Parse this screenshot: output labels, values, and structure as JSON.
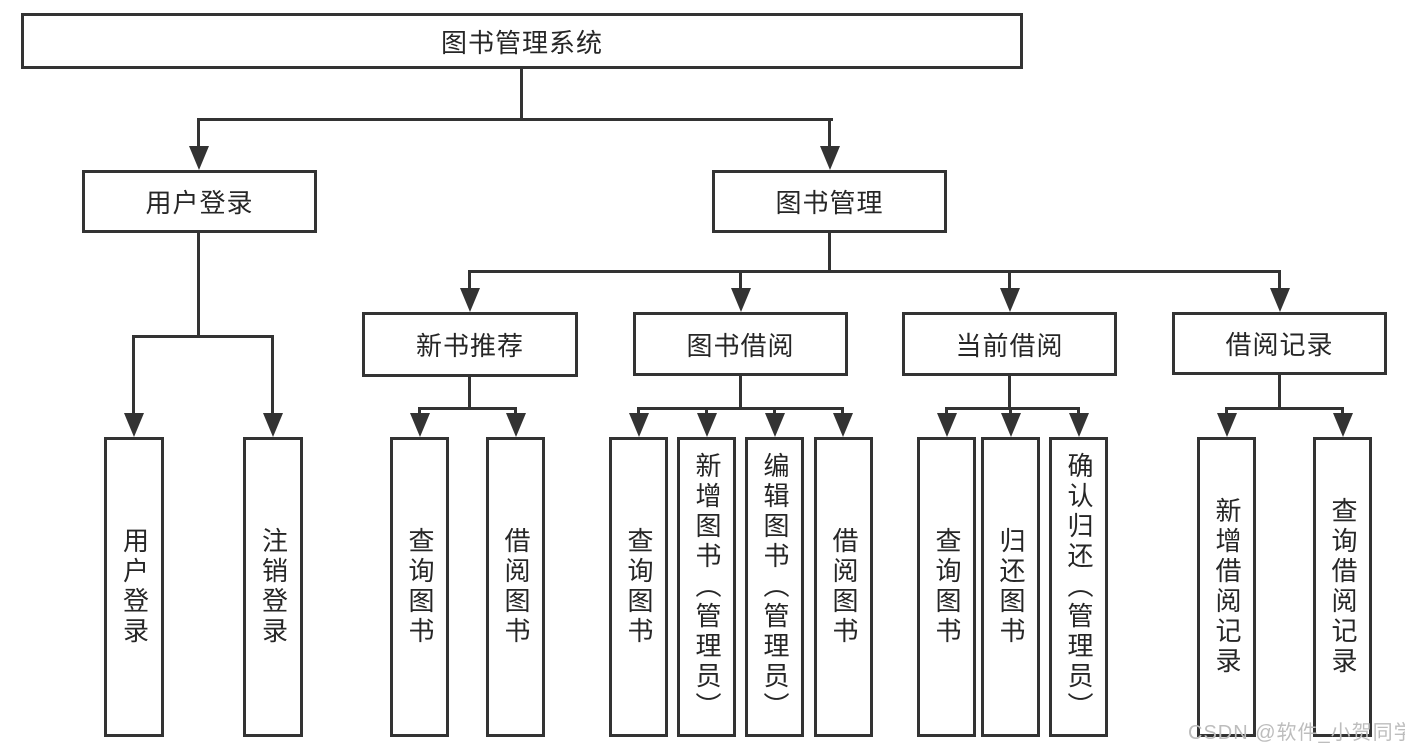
{
  "diagram": {
    "type": "hierarchy-tree",
    "title": "图书管理系统",
    "colors": {
      "line": "#333333",
      "text": "#262626",
      "background": "#ffffff",
      "watermark": "#bdbdbd"
    },
    "nodes": {
      "root": {
        "label": "图书管理系统"
      },
      "level2": [
        {
          "label": "用户登录"
        },
        {
          "label": "图书管理"
        }
      ],
      "level3": [
        {
          "parent": "图书管理",
          "label": "新书推荐"
        },
        {
          "parent": "图书管理",
          "label": "图书借阅"
        },
        {
          "parent": "图书管理",
          "label": "当前借阅"
        },
        {
          "parent": "图书管理",
          "label": "借阅记录"
        }
      ],
      "leaves": [
        {
          "parent": "用户登录",
          "label": "用户登录"
        },
        {
          "parent": "用户登录",
          "label": "注销登录"
        },
        {
          "parent": "新书推荐",
          "label": "查询图书"
        },
        {
          "parent": "新书推荐",
          "label": "借阅图书"
        },
        {
          "parent": "图书借阅",
          "label": "查询图书"
        },
        {
          "parent": "图书借阅",
          "label": "新增图书（管理员）"
        },
        {
          "parent": "图书借阅",
          "label": "编辑图书（管理员）"
        },
        {
          "parent": "图书借阅",
          "label": "借阅图书"
        },
        {
          "parent": "当前借阅",
          "label": "查询图书"
        },
        {
          "parent": "当前借阅",
          "label": "归还图书"
        },
        {
          "parent": "当前借阅",
          "label": "确认归还（管理员）"
        },
        {
          "parent": "借阅记录",
          "label": "新增借阅记录"
        },
        {
          "parent": "借阅记录",
          "label": "查询借阅记录"
        }
      ]
    },
    "watermark": "CSDN @软件_小贺同学"
  }
}
